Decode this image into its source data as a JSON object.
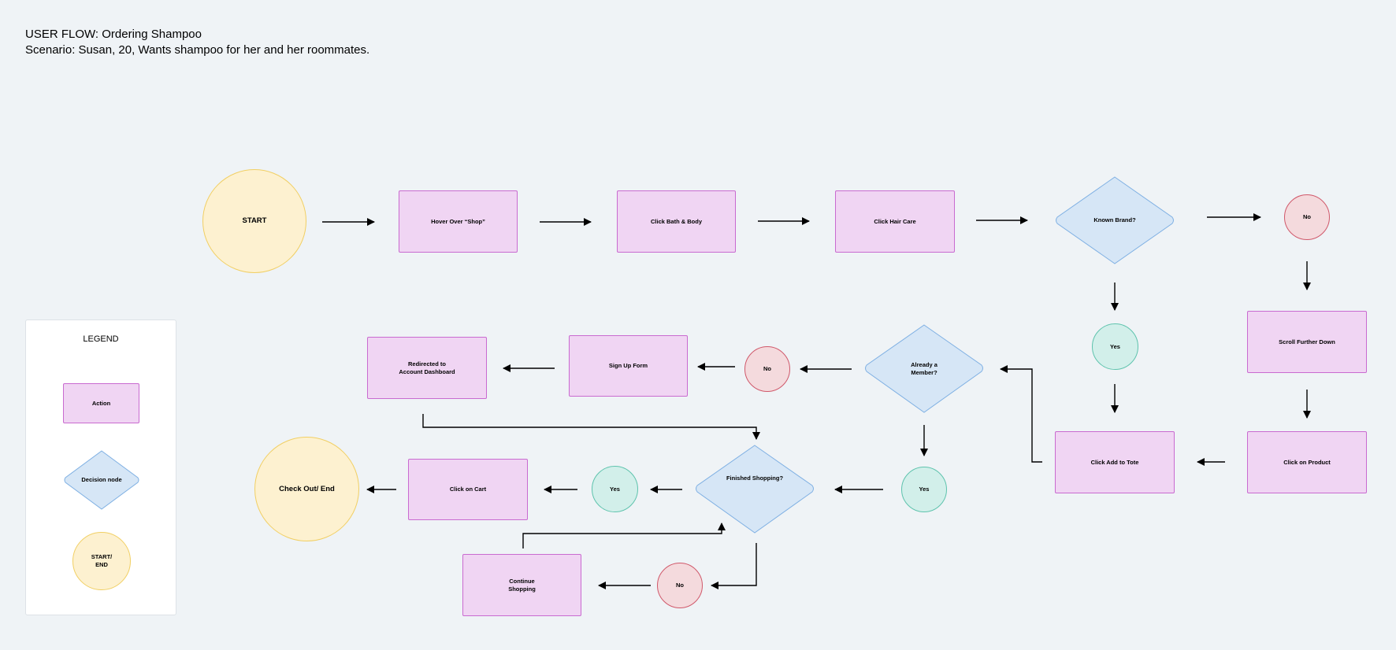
{
  "header": {
    "title": "USER FLOW: Ordering Shampoo",
    "scenario": "Scenario: Susan, 20, Wants shampoo for her and her roommates."
  },
  "nodes": {
    "start": "START",
    "hover_shop": "Hover Over “Shop”",
    "click_bath_body": "Click Bath & Body",
    "click_hair_care": "Click Hair Care",
    "known_brand": "Known Brand?",
    "no_known_brand": "No",
    "yes_known_brand": "Yes",
    "scroll_further_down": "Scroll Further Down",
    "click_on_product": "Click on Product",
    "click_add_to_tote": "Click Add to Tote",
    "already_member": "Already a\nMember?",
    "no_member": "No",
    "sign_up_form": "Sign Up Form",
    "redirected_dashboard": "Redirected to\nAccount Dashboard",
    "yes_member": "Yes",
    "finished_shopping": "Finished Shopping?",
    "yes_finished": "Yes",
    "click_on_cart": "Click on Cart",
    "check_out_end": "Check Out/ End",
    "no_finished": "No",
    "continue_shopping": "Continue\nShopping"
  },
  "legend": {
    "title": "LEGEND",
    "action": "Action",
    "decision": "Decision node",
    "start_end": "START/\nEND"
  },
  "colors": {
    "background": "#eff3f6",
    "action_fill": "#f0d5f3",
    "action_border": "#c96ad0",
    "decision_fill": "#d6e6f6",
    "decision_border": "#7fb0e3",
    "start_fill": "#fdf1d0",
    "start_border": "#f1cf63",
    "no_fill": "#f4dadd",
    "no_border": "#d0586a",
    "yes_fill": "#d2efea",
    "yes_border": "#5ec3ad"
  }
}
